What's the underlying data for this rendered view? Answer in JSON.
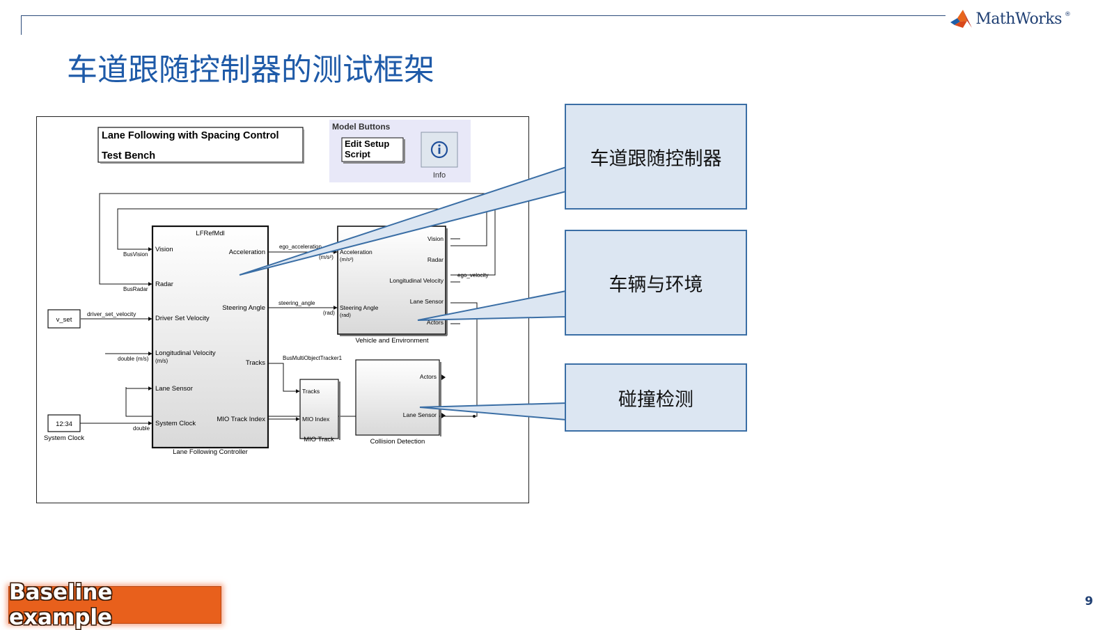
{
  "slide": {
    "title": "车道跟随控制器的测试框架",
    "page_number": "9",
    "logo_text": "MathWorks",
    "logo_reg": "®",
    "badge": "Baseline example"
  },
  "callouts": [
    {
      "label": "车道跟随控制器"
    },
    {
      "label": "车辆与环境"
    },
    {
      "label": "碰撞检测"
    }
  ],
  "model": {
    "title_line1": "Lane Following with Spacing Control",
    "title_line2": "Test Bench",
    "buttons_area_title": "Model Buttons",
    "edit_setup_line1": "Edit Setup",
    "edit_setup_line2": "Script",
    "info_label": "Info",
    "lfc": {
      "header": "LFRefMdl",
      "name": "Lane Following Controller",
      "inputs": [
        "Vision",
        "Radar",
        "Driver Set Velocity",
        "Longitudinal Velocity",
        "(m/s)",
        "Lane Sensor",
        "System Clock"
      ],
      "outputs": [
        "Acceleration",
        "Steering Angle",
        "Tracks",
        "MIO Track Index"
      ]
    },
    "venv": {
      "name": "Vehicle and Environment",
      "inputs": [
        "Acceleration",
        "(m/s²)",
        "Steering Angle",
        "(rad)"
      ],
      "outputs": [
        "Vision",
        "Radar",
        "Longitudinal Velocity",
        "Lane Sensor",
        "Actors"
      ]
    },
    "mio": {
      "name": "MIO Track",
      "inputs": [
        "Tracks",
        "MIO Index"
      ]
    },
    "collision": {
      "name": "Collision Detection",
      "inputs": [
        "Actors",
        "Lane Sensor"
      ]
    },
    "vset": {
      "label": "v_set"
    },
    "clock": {
      "value": "12:34",
      "name": "System Clock"
    },
    "signals": {
      "bus_vision": "BusVision",
      "bus_radar": "BusRadar",
      "driver_set_velocity": "driver_set_velocity",
      "double_ms": "double (m/s)",
      "double": "double",
      "ego_acceleration": "ego_acceleration",
      "ms2": "(m/s²)",
      "steering_angle": "steering_angle",
      "rad": "(rad)",
      "ego_velocity": "ego_velocity",
      "bus_tracker": "BusMultiObjectTracker1"
    }
  },
  "colors": {
    "title_blue": "#1e5aa8",
    "callout_fill": "#dce6f2",
    "callout_border": "#3a6ea5",
    "model_buttons_fill": "#e8e8f8",
    "badge_orange": "#e8601c"
  }
}
